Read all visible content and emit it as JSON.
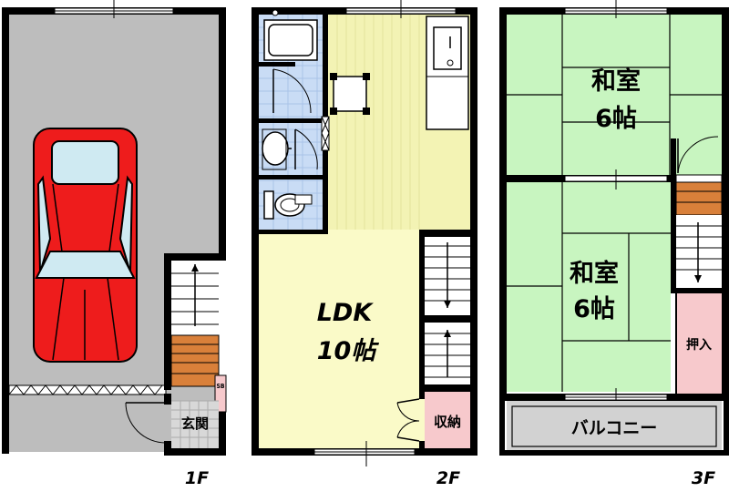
{
  "floors": [
    {
      "label": "1F",
      "rooms": [
        {
          "name": "玄関"
        },
        {
          "name": "SB"
        }
      ]
    },
    {
      "label": "2F",
      "rooms": [
        {
          "name": "LDK",
          "size": "10帖"
        },
        {
          "name": "収納"
        }
      ]
    },
    {
      "label": "3F",
      "rooms": [
        {
          "name": "和室",
          "size": "6帖"
        },
        {
          "name": "和室",
          "size": "6帖"
        },
        {
          "name": "押入"
        },
        {
          "name": "バルコニー"
        }
      ]
    }
  ],
  "colors": {
    "garage_floor": "#bdbdbd",
    "car_body": "#ee1c1c",
    "car_glass": "#cfeaf2",
    "ldk_floor": "#fafac8",
    "wet_area": "#c9dcf5",
    "tatami": "#c8f5c0",
    "closet": "#f7c9cc",
    "balcony": "#d2d2d2",
    "stair_landing": "#d9803a",
    "wall": "#000000"
  },
  "icons": [
    "car-icon",
    "bathtub-icon",
    "toilet-icon",
    "sink-icon",
    "washbasin-icon",
    "door-swing-icon",
    "stair-arrow-icon"
  ]
}
